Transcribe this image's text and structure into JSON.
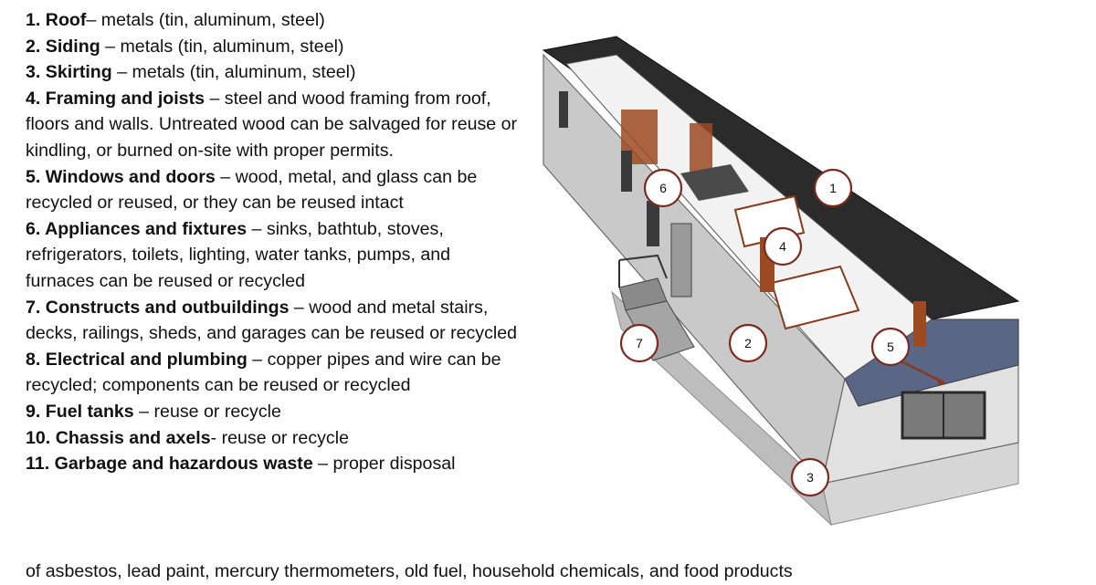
{
  "items": [
    {
      "number": "1.",
      "title": "Roof",
      "sep": "– ",
      "desc": "metals (tin, aluminum, steel)"
    },
    {
      "number": "2.",
      "title": "Siding",
      "sep": " – ",
      "desc": "metals (tin, aluminum, steel)"
    },
    {
      "number": "3.",
      "title": "Skirting",
      "sep": " – ",
      "desc": "metals (tin, aluminum, steel)"
    },
    {
      "number": "4.",
      "title": "Framing and joists",
      "sep": " – ",
      "desc": "steel and wood framing from roof, floors and walls.  Untreated wood can be salvaged for reuse or kindling, or burned on-site with proper permits."
    },
    {
      "number": "5.",
      "title": "Windows and doors",
      "sep": " – ",
      "desc": "wood, metal, and glass can be recycled or reused, or they can be reused intact"
    },
    {
      "number": "6.",
      "title": "Appliances and fixtures",
      "sep": " – ",
      "desc": "sinks, bathtub, stoves, refrigerators, toilets, lighting, water tanks, pumps, and furnaces can be reused or recycled"
    },
    {
      "number": "7.",
      "title": "Constructs and outbuildings",
      "sep": " – ",
      "desc": "wood and metal stairs, decks, railings, sheds, and garages can be reused or recycled"
    },
    {
      "number": "8.",
      "title": "Electrical and plumbing",
      "sep": " – ",
      "desc": "copper pipes and wire can be recycled; components can be reused or recycled"
    },
    {
      "number": "9.",
      "title": "Fuel tanks",
      "sep": " – ",
      "desc": "reuse or recycle"
    },
    {
      "number": "10.",
      "title": "Chassis and axels",
      "sep": "- ",
      "desc": "reuse or recycle"
    },
    {
      "number": "11.",
      "title": "Garbage and hazardous waste",
      "sep": " – ",
      "desc": "proper disposal"
    }
  ],
  "tail": "of asbestos, lead paint, mercury thermometers, old fuel, household chemicals, and food products",
  "callouts": [
    "1",
    "2",
    "3",
    "4",
    "5",
    "6",
    "7"
  ],
  "colors": {
    "roof": "#2b2b2b",
    "siding": "#c9c9c9",
    "gable": "#5a6686",
    "trim": "#3a3a3a",
    "wood": "#9c4a22",
    "callout_stroke": "#7b2a1e"
  }
}
